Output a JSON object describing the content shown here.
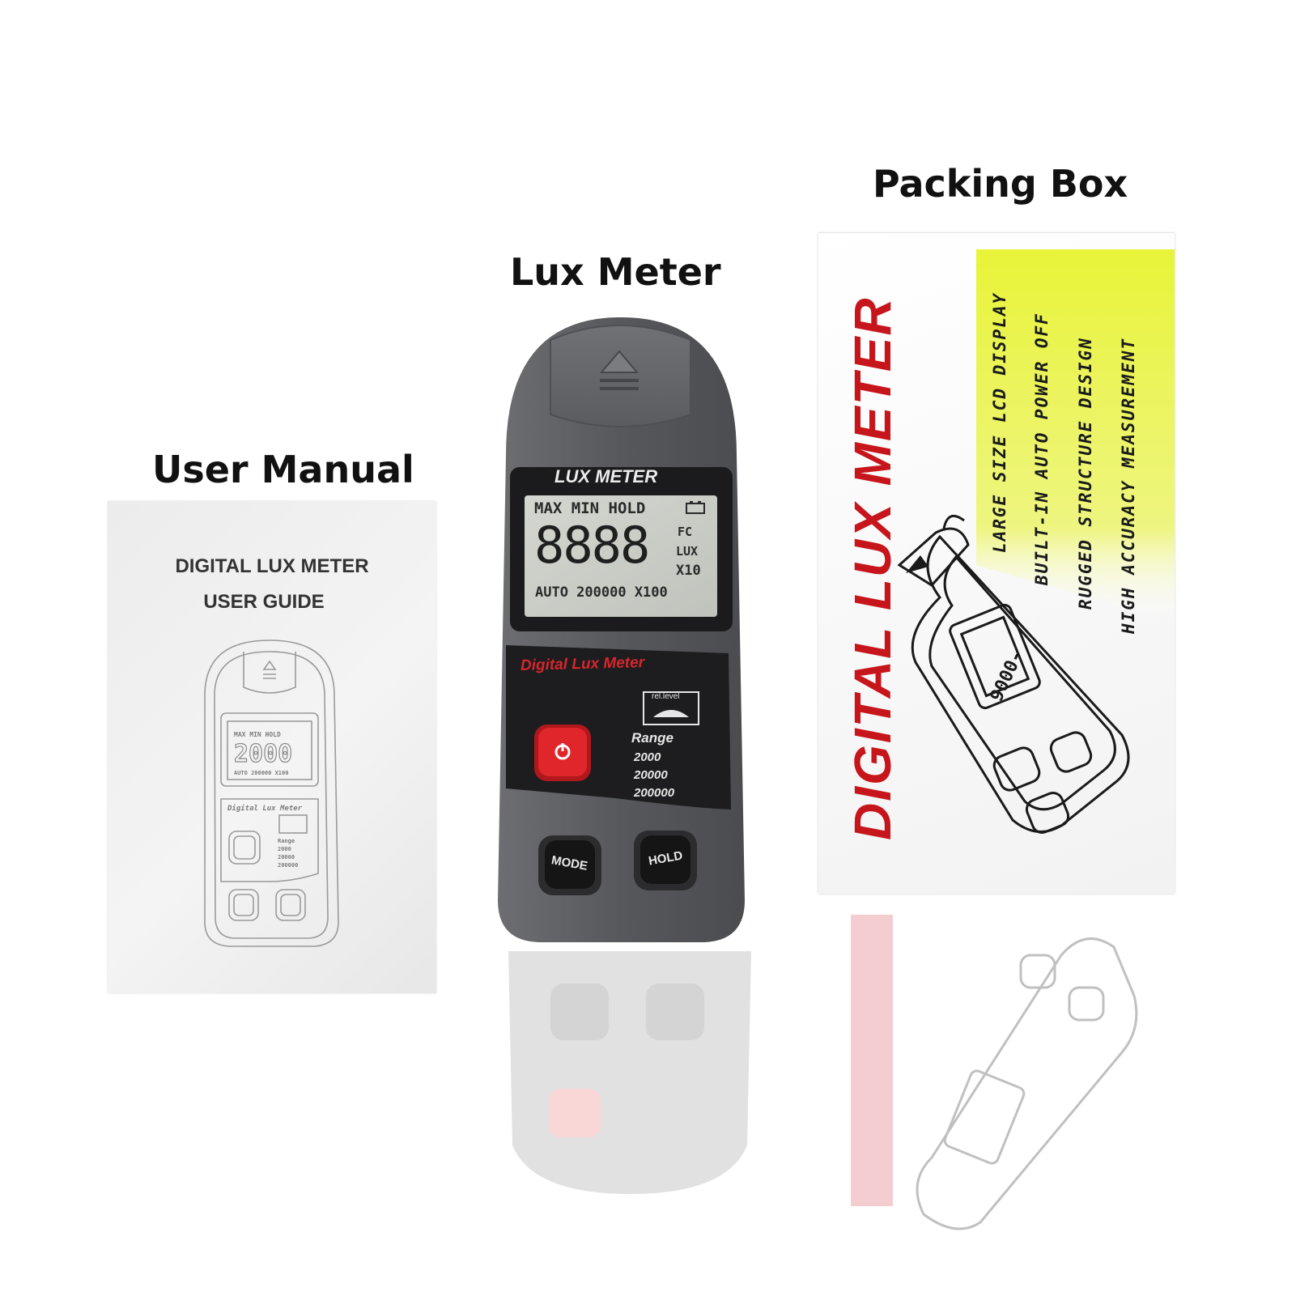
{
  "captions": {
    "manual": "User Manual",
    "meter": "Lux Meter",
    "box": "Packing Box"
  },
  "manual": {
    "title_line1": "DIGITAL LUX METER",
    "title_line2": "USER GUIDE"
  },
  "meter": {
    "header": "LUX METER",
    "lcd_top": "MAX  MIN  HOLD",
    "digits": "8888",
    "unit_fc": "FC",
    "unit_lux": "LUX",
    "unit_x10": "X10",
    "lcd_bottom": "AUTO 200000 X100",
    "panel_title": "Digital Lux Meter",
    "rel_level": "rel.level",
    "range_label": "Range",
    "ranges": [
      "2000",
      "20000",
      "200000"
    ],
    "mode_key": "MODE",
    "hold_key": "HOLD",
    "colors": {
      "body": "#5d5f63",
      "panel": "#1d1d1f",
      "power_key": "#e0262a",
      "lcd": "#c9cdc6"
    }
  },
  "box": {
    "brand": "DIGITAL  LUX METER",
    "features": [
      "LARGE SIZE LCD DISPLAY",
      "BUILT-IN AUTO POWER OFF",
      "RUGGED STRUCTURE DESIGN",
      "HIGH ACCURACY MEASUREMENT"
    ],
    "colors": {
      "brand": "#c7151c",
      "highlight": "#e3f23a"
    }
  }
}
